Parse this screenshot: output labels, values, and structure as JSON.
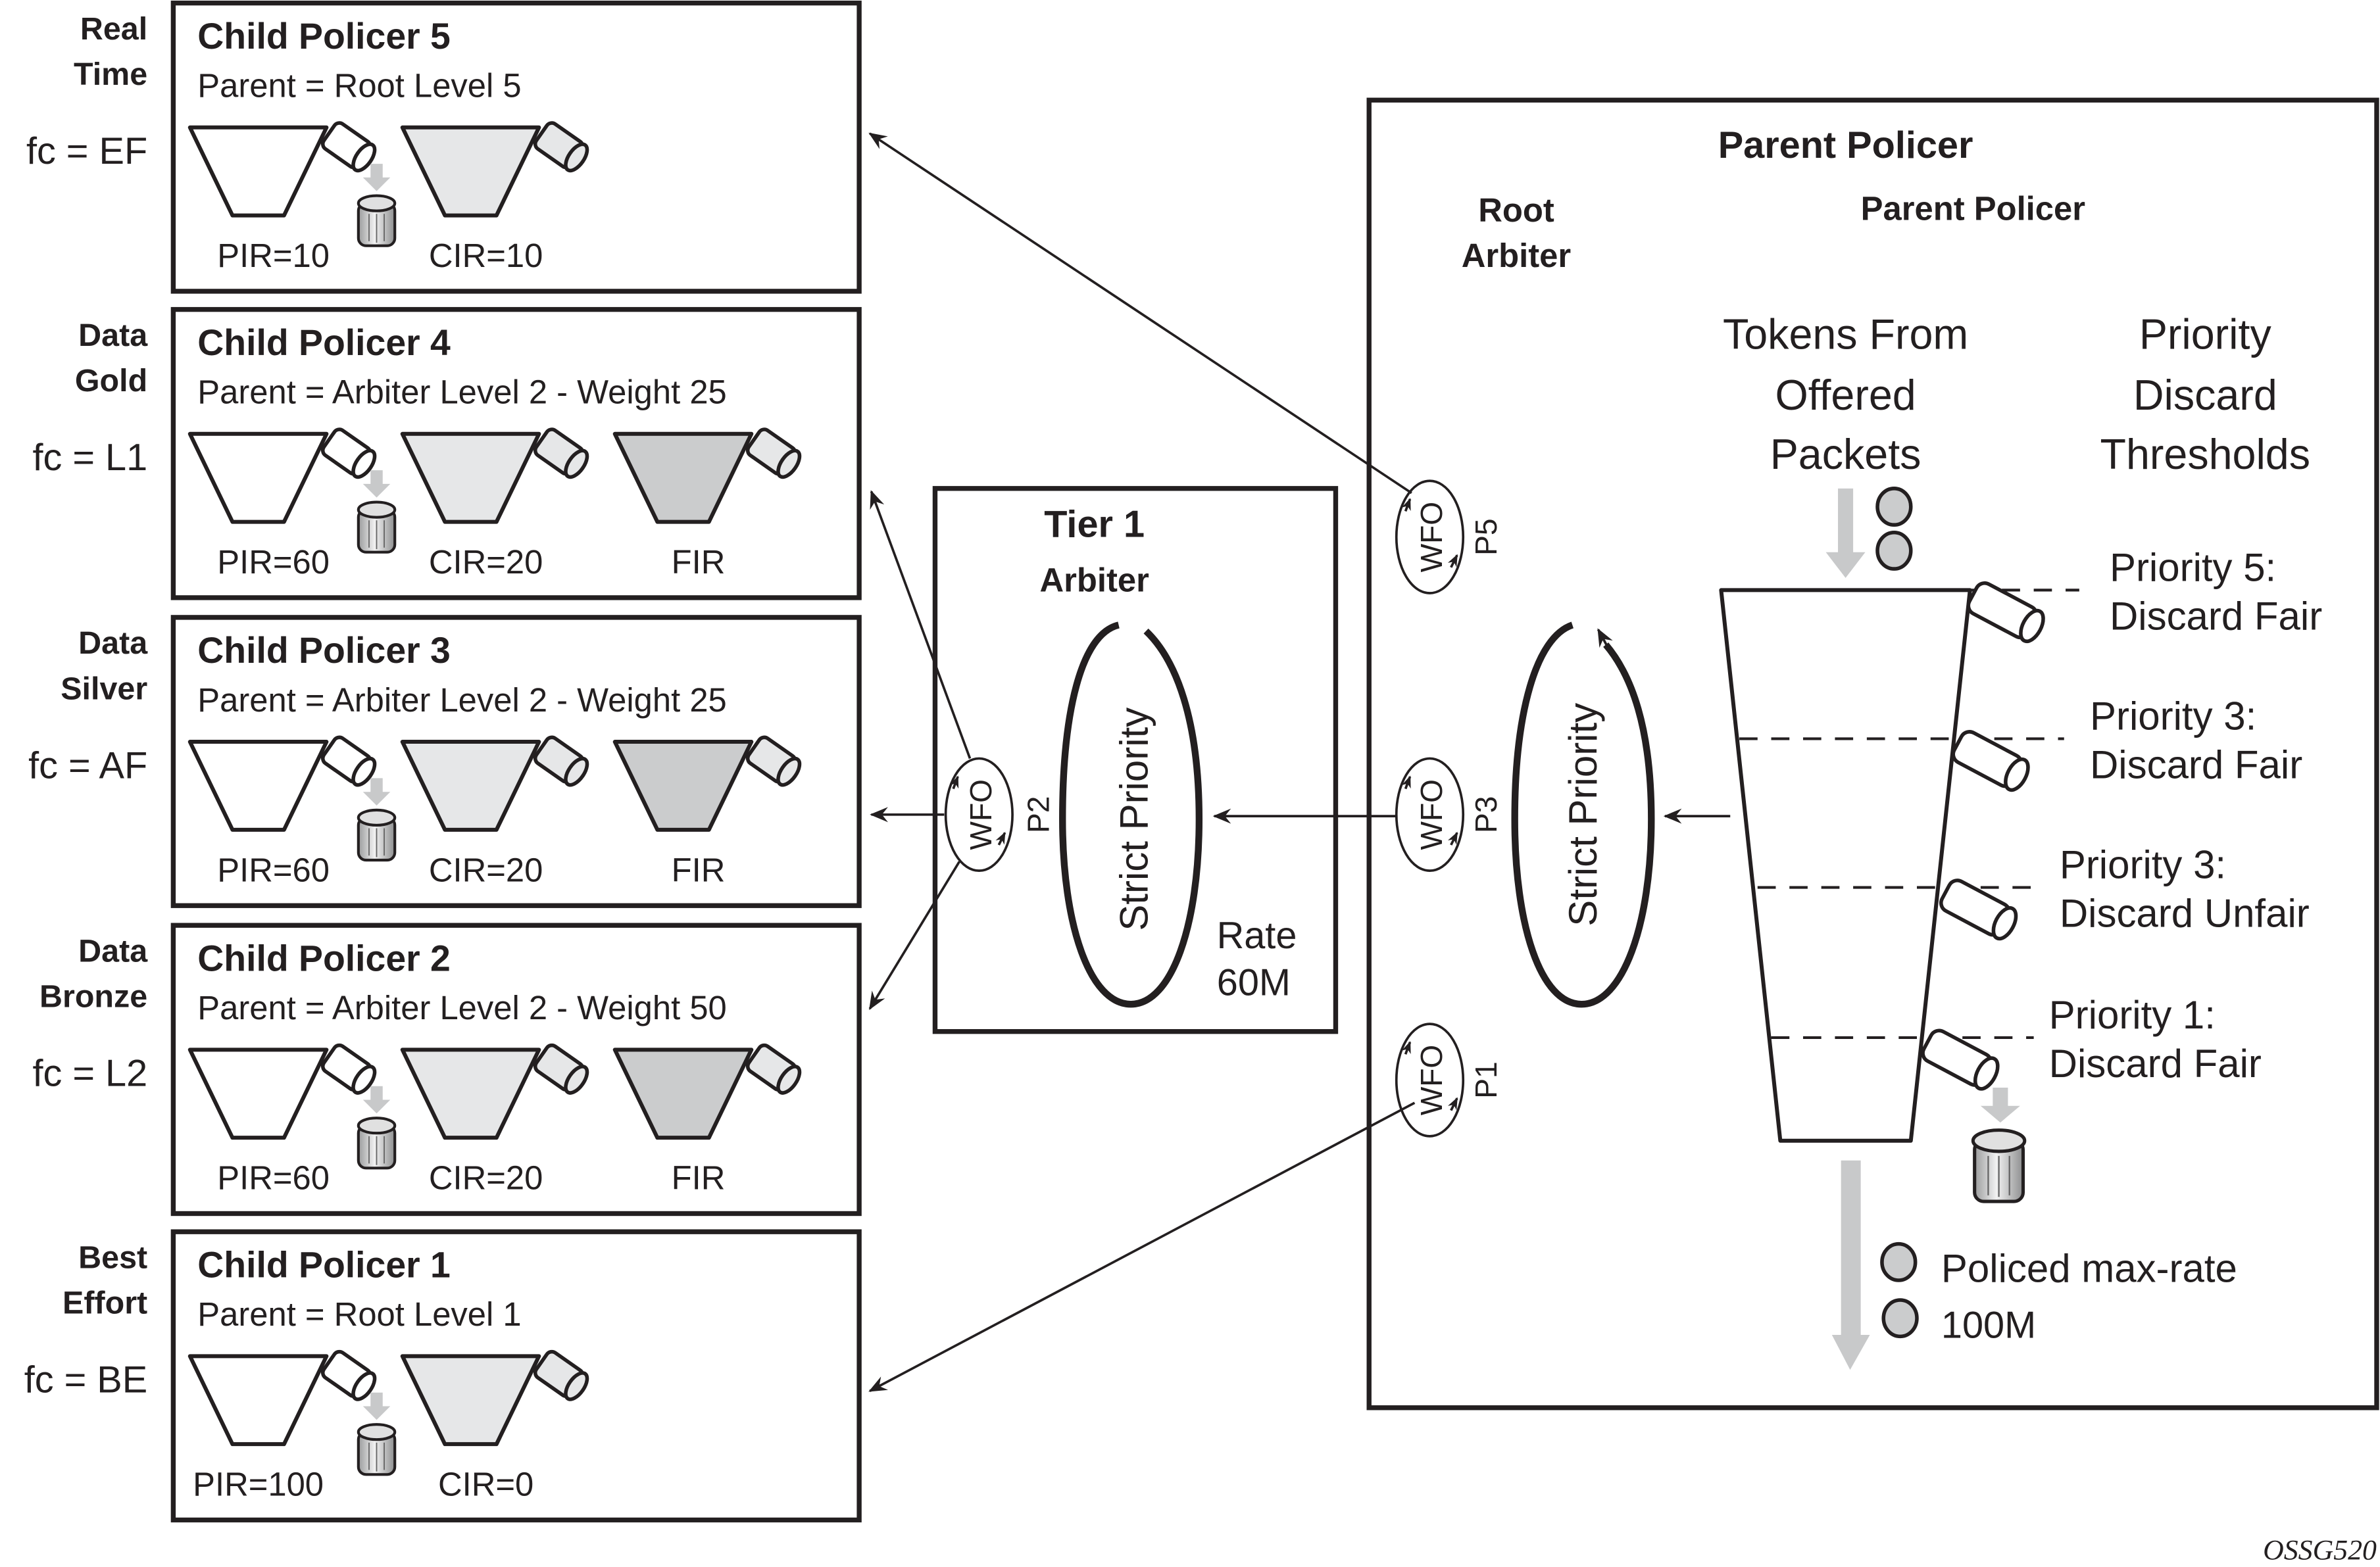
{
  "colors": {
    "ink": "#231f20",
    "bucket_pir": "#ffffff",
    "bucket_cir": "#e6e7e8",
    "bucket_fir": "#cbcccd",
    "flow_arrow": "#c8c9ca",
    "token": "#cbcccd"
  },
  "child_policers": [
    {
      "class_label": [
        "Real",
        "Time"
      ],
      "fc": "fc = EF",
      "title": "Child Policer 5",
      "parent": "Parent = Root Level 5",
      "buckets": [
        {
          "type": "PIR",
          "label": "PIR=10"
        },
        {
          "type": "CIR",
          "label": "CIR=10"
        }
      ]
    },
    {
      "class_label": [
        "Data",
        "Gold"
      ],
      "fc": "fc = L1",
      "title": "Child Policer 4",
      "parent": "Parent = Arbiter Level 2 - Weight 25",
      "buckets": [
        {
          "type": "PIR",
          "label": "PIR=60"
        },
        {
          "type": "CIR",
          "label": "CIR=20"
        },
        {
          "type": "FIR",
          "label": "FIR"
        }
      ]
    },
    {
      "class_label": [
        "Data",
        "Silver"
      ],
      "fc": "fc = AF",
      "title": "Child Policer 3",
      "parent": "Parent = Arbiter Level 2 - Weight 25",
      "buckets": [
        {
          "type": "PIR",
          "label": "PIR=60"
        },
        {
          "type": "CIR",
          "label": "CIR=20"
        },
        {
          "type": "FIR",
          "label": "FIR"
        }
      ]
    },
    {
      "class_label": [
        "Data",
        "Bronze"
      ],
      "fc": "fc = L2",
      "title": "Child Policer 2",
      "parent": "Parent = Arbiter Level 2 - Weight 50",
      "buckets": [
        {
          "type": "PIR",
          "label": "PIR=60"
        },
        {
          "type": "CIR",
          "label": "CIR=20"
        },
        {
          "type": "FIR",
          "label": "FIR"
        }
      ]
    },
    {
      "class_label": [
        "Best",
        "Effort"
      ],
      "fc": "fc = BE",
      "title": "Child Policer 1",
      "parent": "Parent = Root Level 1",
      "buckets": [
        {
          "type": "PIR",
          "label": "PIR=100"
        },
        {
          "type": "CIR",
          "label": "CIR=0"
        }
      ]
    }
  ],
  "tier1": {
    "title": "Tier 1",
    "subtitle": "Arbiter",
    "scheduler": "Strict Priority",
    "wfo_label": "WFO",
    "level": "P2",
    "rate_lines": [
      "Rate",
      "60M"
    ]
  },
  "parent": {
    "title": "Parent Policer",
    "root_arbiter": [
      "Root",
      "Arbiter"
    ],
    "subtitle": "Parent Policer",
    "scheduler": "Strict Priority",
    "wfo_label": "WFO",
    "levels": [
      "P5",
      "P3",
      "P1"
    ],
    "tokens_heading": [
      "Tokens From",
      "Offered",
      "Packets"
    ],
    "thresholds_heading": [
      "Priority",
      "Discard",
      "Thresholds"
    ],
    "thresholds": [
      {
        "priority": "Priority 5:",
        "action": "Discard Fair"
      },
      {
        "priority": "Priority 3:",
        "action": "Discard Fair"
      },
      {
        "priority": "Priority 3:",
        "action": "Discard Unfair"
      },
      {
        "priority": "Priority 1:",
        "action": "Discard Fair"
      }
    ],
    "output": [
      "Policed max-rate",
      "100M"
    ]
  },
  "figure_id": "OSSG520"
}
